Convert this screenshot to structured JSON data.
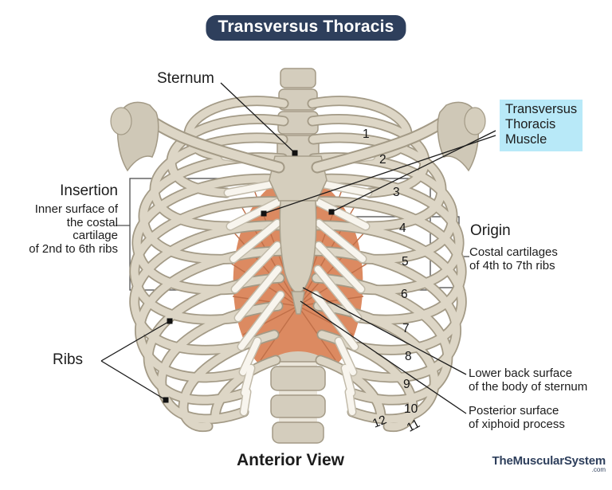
{
  "title": "Transversus Thoracis",
  "labels": {
    "sternum": "Sternum",
    "insertion_title": "Insertion",
    "insertion_desc": "Inner surface of\nthe costal\ncartilage\nof 2nd to 6th ribs",
    "ribs": "Ribs",
    "muscle_tag": "Transversus\nThoracis\nMuscle",
    "origin_title": "Origin",
    "origin_desc": "Costal cartilages\nof 4th to 7th ribs",
    "sternum_back": "Lower back surface\nof the body of sternum",
    "xiphoid": "Posterior surface\nof xiphoid process"
  },
  "rib_numbers": [
    "1",
    "2",
    "3",
    "4",
    "5",
    "6",
    "7",
    "8",
    "9",
    "10",
    "11",
    "12"
  ],
  "footer": {
    "view_label": "Anterior View",
    "brand": "TheMuscularSystem",
    "brand_suffix": ".com"
  },
  "colors": {
    "banner_bg": "#2e3f5c",
    "banner_text": "#ffffff",
    "highlight_bg": "#b8e9f8",
    "muscle_fill": "#dc8a61",
    "muscle_striation": "#c06f48",
    "bone_fill": "#ddd6c6",
    "bone_outline": "#a39a86",
    "cartilage_fill": "#f8f5ee",
    "leader_line": "#1b1b1b",
    "bracket_line": "#4d4d4d",
    "text": "#1c1c1c"
  }
}
